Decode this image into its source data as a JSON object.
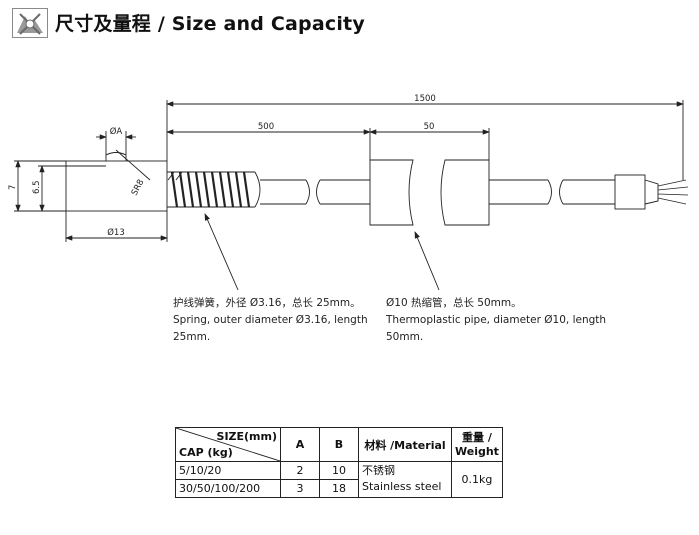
{
  "header": {
    "title": "尺寸及量程 / Size and Capacity"
  },
  "dimensions": {
    "total_length": "1500",
    "spring_length": "500",
    "sleeve_length": "50",
    "diameter_a": "ØA",
    "radius": "SR8",
    "height_7": "7",
    "height_6_5": "6.5",
    "diameter_13": "Ø13"
  },
  "notes": {
    "spring_cn": "护线弹簧，外径 Ø3.16，总长 25mm。",
    "spring_en_1": "Spring, outer diameter Ø3.16, length",
    "spring_en_2": "25mm.",
    "pipe_cn": "Ø10 热缩管，总长 50mm。",
    "pipe_en_1": "Thermoplastic pipe, diameter Ø10, length",
    "pipe_en_2": "50mm."
  },
  "table": {
    "corner_top": "SIZE(mm)",
    "corner_bottom": "CAP (kg)",
    "col_a": "A",
    "col_b": "B",
    "col_material": "材料 /Material",
    "col_weight_1": "重量 /",
    "col_weight_2": "Weight",
    "rows": [
      {
        "cap": "5/10/20",
        "a": "2",
        "b": "10"
      },
      {
        "cap": "30/50/100/200",
        "a": "3",
        "b": "18"
      }
    ],
    "material_cn": "不锈钢",
    "material_en": "Stainless steel",
    "weight": "0.1kg"
  },
  "colors": {
    "line": "#222222",
    "logo_gray": "#8a8a8a"
  }
}
